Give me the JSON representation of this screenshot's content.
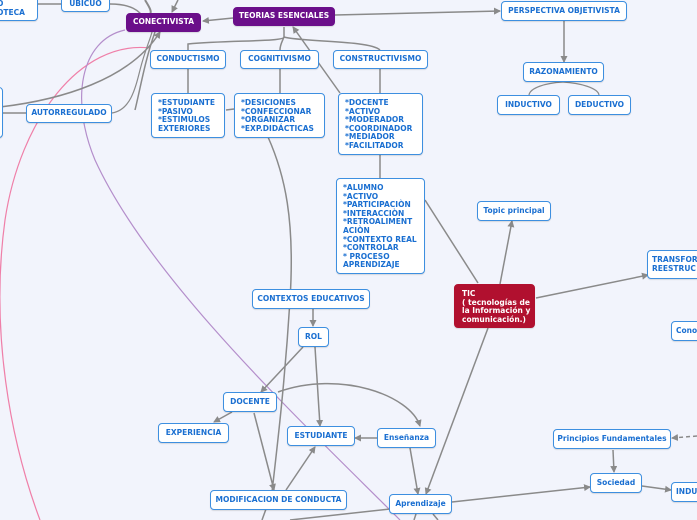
{
  "map": {
    "colors": {
      "background": "#f2f4fc",
      "node_border": "#3d8fe0",
      "node_text": "#1a6fd1",
      "purple_node": "#6b0f8a",
      "red_node": "#b1102f",
      "link_gray": "#8a8a8a",
      "link_purple": "#b48ecb",
      "link_pink": "#ef7fa8"
    },
    "nodes": {
      "biblioteca": "O\nOTECA",
      "ubicuo": "UBICUO",
      "conectivista": "CONECTIVISTA",
      "teorias": "TEORIAS ESENCIALES",
      "perspectiva": "PERSPECTIVA OBJETIVISTA",
      "razonamiento": "RAZONAMIENTO",
      "inductivo": "INDUCTIVO",
      "deductivo": "DEDUCTIVO",
      "conductismo": "CONDUCTISMO",
      "cognitivismo": "COGNITIVISMO",
      "constructivismo": "CONSTRUCTIVISMO",
      "autorregulado": "AUTORREGULADO",
      "conductismo_list": "*ESTUDIANTE\n*PASIVO\n*ESTIMULOS\nEXTERIORES",
      "cognitivismo_list": "*DESICIONES\n*CONFECCIONAR\n*ORGANIZAR\n*EXP.DIDÁCTICAS",
      "constructivismo_list": "*DOCENTE\n*ACTIVO\n*MODERADOR\n*COORDINADOR\n*MEDIADOR\n*FACILITADOR",
      "alumno_list": "*ALUMNO\n*ACTIVO\n*PARTICIPACIÒN\n*INTERACCIÒN\n*RETROALIMENT\nACIÒN\n*CONTEXTO REAL\n*CONTROLAR\n* PROCESO\nAPRENDIZAJE",
      "topic_principal": "Topic principal",
      "tic": "TIC\n( tecnologías de\nla Información y\ncomunicación.)",
      "transformacion": "TRANSFOR\nREESTRUC",
      "cono": "Cono",
      "contextos": "CONTEXTOS EDUCATIVOS",
      "rol": "ROL",
      "docente": "DOCENTE",
      "experiencia": "EXPERIENCIA",
      "estudiante": "ESTUDIANTE",
      "ensenanza": "Enseñanza",
      "principios": "Principios Fundamentales",
      "sociedad": "Sociedad",
      "indu": "INDU",
      "modificacion": "MODIFICACION DE CONDUCTA",
      "aprendizaje": "Aprendizaje"
    }
  }
}
